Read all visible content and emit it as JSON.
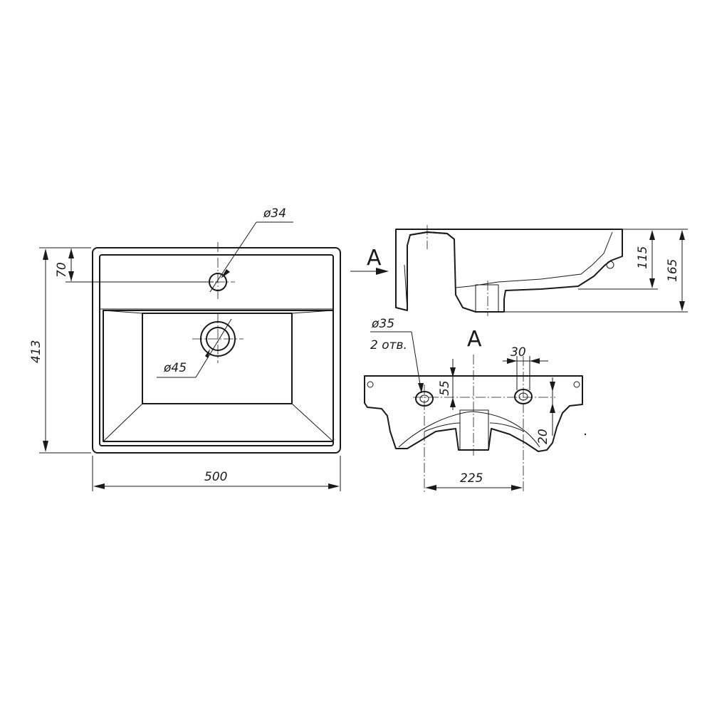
{
  "plan_view": {
    "overall_width": "500",
    "overall_depth": "413",
    "tap_hole_offset": "70",
    "tap_hole_diameter": "ø34",
    "drain_diameter": "ø45"
  },
  "side_view": {
    "section_marker": "A",
    "basin_depth": "115",
    "total_height": "165"
  },
  "view_a": {
    "title": "A",
    "hole_diameter": "ø35",
    "hole_count": "2 отв.",
    "hole_slot_width": "30",
    "hole_vertical_offset": "55",
    "hole_lower_offset": "20",
    "hole_spacing": "225"
  }
}
